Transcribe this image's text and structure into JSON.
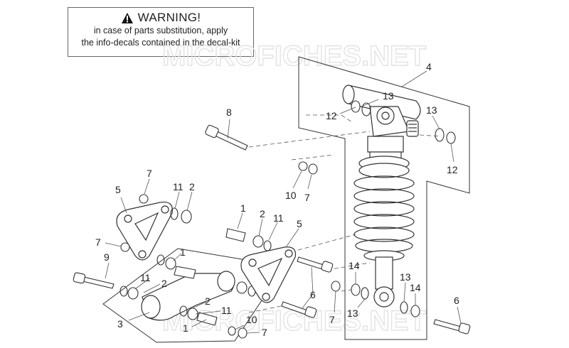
{
  "warning": {
    "title": "WARNING!",
    "line1": "in case of parts substitution, apply",
    "line2": "the info-decals contained in the decal-kit"
  },
  "watermark": {
    "text_top": "MICROFICHES.NET",
    "text_bottom": "MICROFICHES.NET"
  },
  "callouts": {
    "c4": "4",
    "c13a": "13",
    "c12a": "12",
    "c13b": "13",
    "c12b": "12",
    "c8": "8",
    "c10a": "10",
    "c7a": "7",
    "c7b": "7",
    "c5a": "5",
    "c11a": "11",
    "c2a": "2",
    "c7c": "7",
    "c9": "9",
    "c1a": "1",
    "c11b": "11",
    "c2b": "2",
    "c3": "3",
    "c1b": "1",
    "c2c": "2",
    "c11c": "11",
    "c5b": "5",
    "c2d": "2",
    "c11d": "11",
    "c1c": "1",
    "c6a": "6",
    "c7d": "7",
    "c10b": "10",
    "c7e": "7",
    "c14a": "14",
    "c13c": "13",
    "c13d": "13",
    "c14b": "14",
    "c6b": "6"
  },
  "colors": {
    "line": "#333333",
    "leader": "#555555",
    "watermark": "#e3e3e3"
  }
}
